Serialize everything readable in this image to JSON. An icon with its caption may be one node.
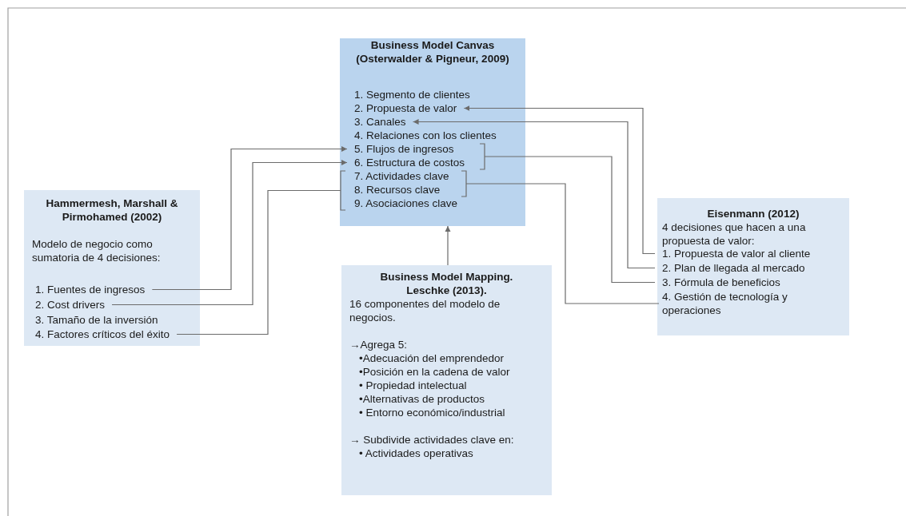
{
  "diagram": {
    "nodes": [
      {
        "text": [
          "Business Model Canvas (Osterwalder & Pigneur, 2009)"
        ]
      },
      {
        "text": [
          "1. Segmento de clientes"
        ],
        "in": 0
      },
      {
        "text": [
          "2. Propuesta de valor"
        ],
        "in": 0
      },
      {
        "text": [
          "3. Canales"
        ],
        "in": 0
      },
      {
        "text": [
          "4. Relaciones con los clientes"
        ],
        "in": 0
      },
      {
        "text": [
          "5. Flujos de ingresos"
        ],
        "in": 0
      },
      {
        "text": [
          "6. Estructura de costos"
        ],
        "in": 0
      },
      {
        "text": [
          "7. Actividades clave"
        ],
        "in": 0
      },
      {
        "text": [
          "8. Recursos clave"
        ],
        "in": 0
      },
      {
        "text": [
          "9. Asociaciones clave"
        ],
        "in": 0
      },
      {
        "text": [],
        "shape": "bracket",
        "in": 0
      },
      {
        "text": [],
        "shape": "bracket",
        "in": 0
      },
      {
        "text": [],
        "shape": "bracket",
        "in": 0
      },
      {
        "text": [
          "Hammermesh, Marshall & Pirmohamed (2002)",
          "Modelo de negocio como sumatoria de 4 decisiones:"
        ]
      },
      {
        "text": [
          "1. Fuentes de ingresos"
        ],
        "in": 13
      },
      {
        "text": [
          "2. Cost drivers"
        ],
        "in": 13
      },
      {
        "text": [
          "3. Tamaño de la inversión"
        ],
        "in": 13
      },
      {
        "text": [
          "4. Factores críticos del éxito"
        ],
        "in": 13
      },
      {
        "text": [
          "Business Model Mapping. Leschke (2013).",
          "16 componentes del modelo de negocios.",
          "→Agrega 5:",
          "•Adecuación del emprendedor",
          "•Posición en la cadena de valor",
          "• Propiedad intelectual",
          "•Alternativas de productos",
          "• Entorno económico/industrial",
          "→ Subdivide actividades clave en:",
          "• Actividades operativas"
        ]
      },
      {
        "text": [
          "Eisenmann (2012)",
          "4 decisiones que hacen a una propuesta de valor:"
        ]
      },
      {
        "text": [
          "1. Propuesta de valor al cliente"
        ],
        "in": 19
      },
      {
        "text": [
          "2. Plan de llegada al mercado"
        ],
        "in": 19
      },
      {
        "text": [
          "3. Fórmula de beneficios"
        ],
        "in": 19
      },
      {
        "text": [
          "4. Gestión de tecnología y operaciones"
        ],
        "in": 19
      }
    ],
    "edges": [
      {
        "from": 20,
        "to": 2,
        "arrow": "to"
      },
      {
        "from": 21,
        "to": 3,
        "arrow": "to"
      },
      {
        "from": 14,
        "to": 5,
        "arrow": "to"
      },
      {
        "from": 15,
        "to": 6,
        "arrow": "to"
      },
      {
        "from": 17,
        "to": 10,
        "arrow": "none"
      },
      {
        "from": 11,
        "to": 22,
        "arrow": "none"
      },
      {
        "from": 12,
        "to": 23,
        "arrow": "none"
      },
      {
        "from": 18,
        "to": 0,
        "arrow": "to"
      }
    ]
  }
}
